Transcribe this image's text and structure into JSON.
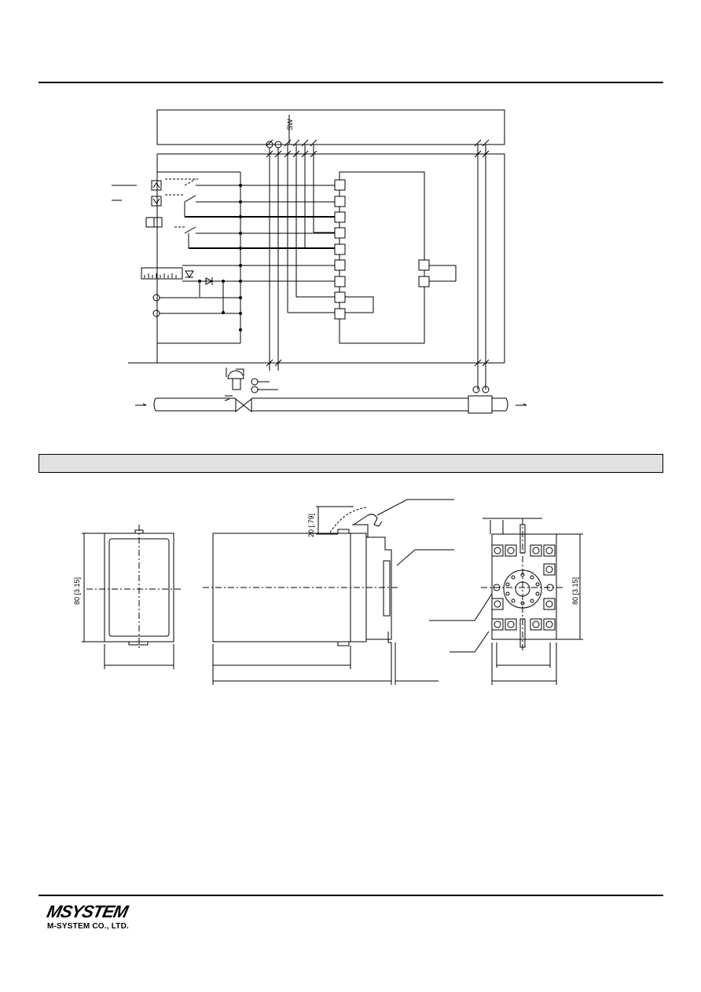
{
  "drawing": {
    "switch_label": "SW",
    "height_dim": "80 [3.15]",
    "clearance_dim": "20 [.79]"
  },
  "footer": {
    "logo": "MSYSTEM",
    "company": "M-SYSTEM CO., LTD."
  }
}
